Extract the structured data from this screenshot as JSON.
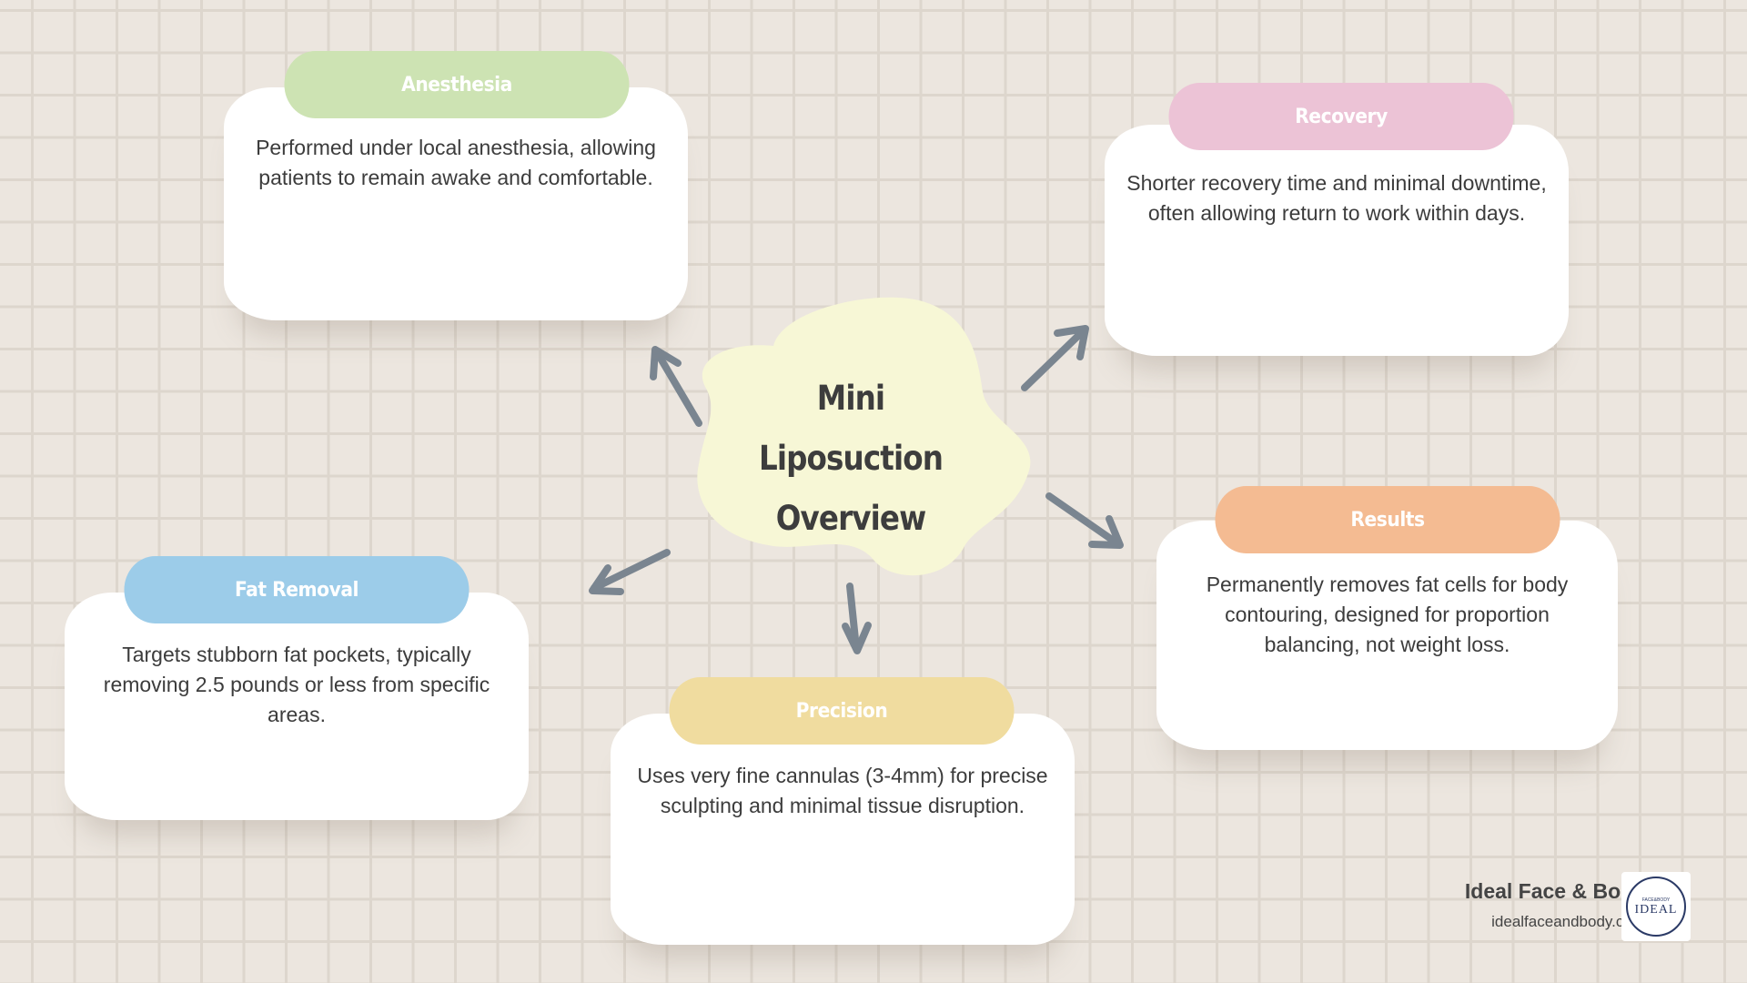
{
  "diagram": {
    "center_title": "Mini Liposuction Overview",
    "nodes": [
      {
        "id": "anesthesia",
        "label": "Anesthesia",
        "text": "Performed under local anesthesia, allowing patients to remain awake and comfortable.",
        "color": "#cde3b3"
      },
      {
        "id": "recovery",
        "label": "Recovery",
        "text": "Shorter recovery time and minimal downtime, often allowing return to work within days.",
        "color": "#ecc3d6"
      },
      {
        "id": "results",
        "label": "Results",
        "text": "Permanently removes fat cells for body contouring, designed for proportion balancing, not weight loss.",
        "color": "#f4bb92"
      },
      {
        "id": "precision",
        "label": "Precision",
        "text": "Uses very fine cannulas (3-4mm) for precise sculpting and minimal tissue disruption.",
        "color": "#f0dc9f"
      },
      {
        "id": "fat-removal",
        "label": "Fat Removal",
        "text": "Targets stubborn fat pockets, typically removing 2.5 pounds or less from specific areas.",
        "color": "#9ccce9"
      }
    ],
    "center_color": "#f7f7d6",
    "arrow_color": "#7a8590"
  },
  "brand": {
    "name": "Ideal Face & Body",
    "url": "idealfaceandbody.com",
    "logo_text": "IDEAL",
    "logo_subtext": "FACE&BODY",
    "logo_color": "#2b3a66"
  }
}
